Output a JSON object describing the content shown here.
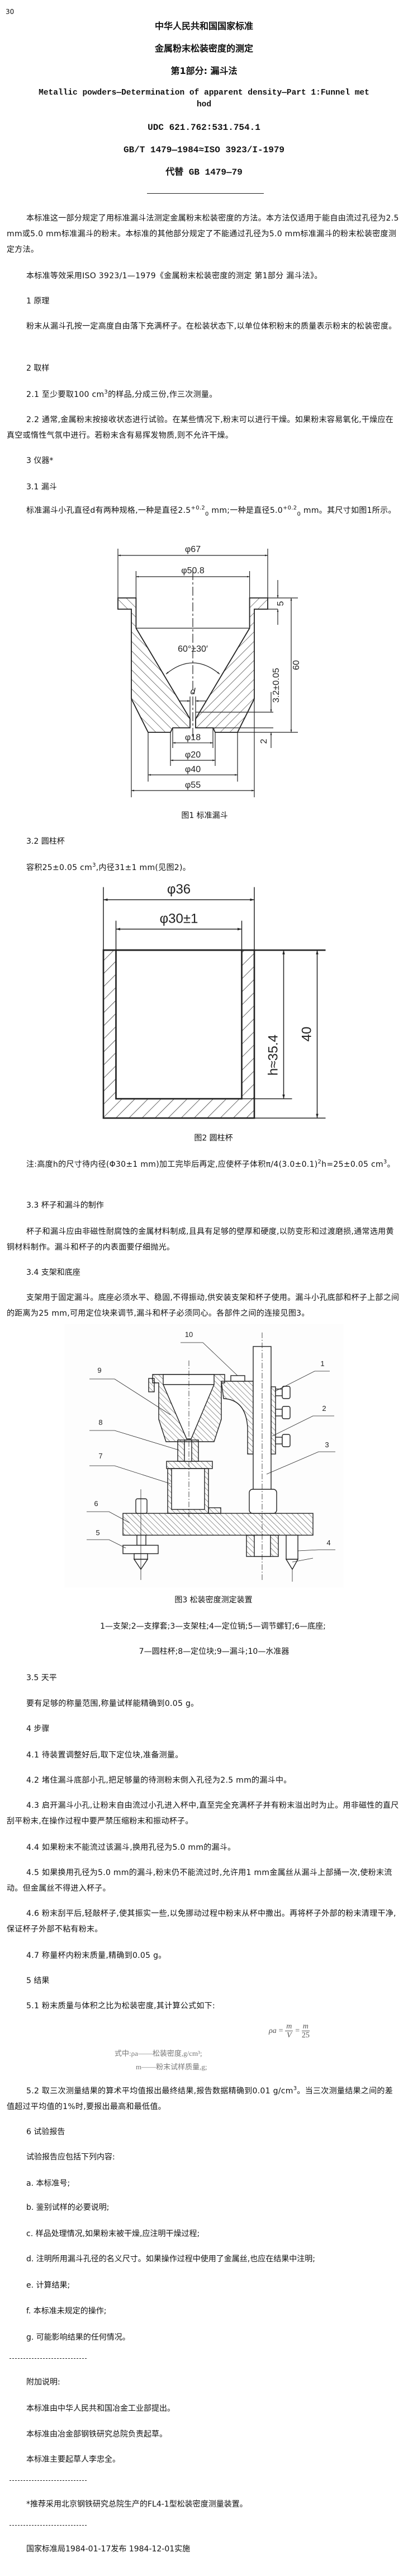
{
  "page_number": "30",
  "header": {
    "title": "中华人民共和国国家标准",
    "subtitle": "金属粉末松装密度的测定",
    "part": "第1部分: 漏斗法",
    "english_line1": "Metallic powders—Determination of apparent density—Part 1:Funnel met",
    "english_line2": "hod",
    "udc": "UDC 621.762∶531.754.1",
    "gb": "GB/T 1479—1984≈ISO 3923/I-1979",
    "replaces": "代替 GB 1479—79"
  },
  "intro": {
    "p1": "本标准这一部分规定了用标准漏斗法测定金属粉末松装密度的方法。本方法仅适用于能自由流过孔径为2.5 mm或5.0 mm标准漏斗的粉末。本标准的其他部分规定了不能通过孔径为5.0 mm标准漏斗的粉末松装密度测定方法。",
    "p2": "本标准等效采用ISO 3923/1—1979《金属粉末松装密度的测定 第1部分 漏斗法》。"
  },
  "s1": {
    "heading": "1 原理",
    "text": "粉末从漏斗孔按一定高度自由落下充满杯子。在松装状态下,以单位体积粉末的质量表示粉末的松装密度。"
  },
  "s2": {
    "heading": "2 取样",
    "p2_1_a": "2.1 至少要取100 cm",
    "p2_1_sup": "3",
    "p2_1_b": "的样品,分成三份,作三次测量。",
    "p2_2": "2.2 通常,金属粉末按接收状态进行试验。在某些情况下,粉末可以进行干燥。如果粉末容易氧化,干燥应在真空或惰性气氛中进行。若粉末含有易挥发物质,则不允许干燥。"
  },
  "s3": {
    "heading": "3 仪器*",
    "s3_1_heading": "3.1 漏斗",
    "s3_1_a": "标准漏斗小孔直径d有两种规格,一种是直径2.5",
    "s3_1_sup1": "+0.2",
    "s3_1_sub1": "0",
    "s3_1_b": " mm;一种是直径5.0",
    "s3_1_sup2": "+0.2",
    "s3_1_sub2": "0",
    "s3_1_c": " mm。其尺寸如图1所示。",
    "fig1": {
      "caption": "图1 标准漏斗",
      "labels": {
        "d67": "φ67",
        "d50": "φ50.8",
        "angle": "60°±30′",
        "d": "d",
        "five": "5",
        "sixty": "60",
        "orifice": "3.2±0.05",
        "two": "2",
        "d18": "φ18",
        "d20": "φ20",
        "d40": "φ40",
        "d55": "φ55"
      }
    },
    "s3_2_heading": "3.2 圆柱杯",
    "s3_2_a": "容积25±0.05 cm",
    "s3_2_sup": "3",
    "s3_2_b": ",内径31±1 mm(见图2)。",
    "fig2": {
      "caption": "图2 圆柱杯",
      "labels": {
        "d36": "φ36",
        "d30": "φ30±1",
        "h": "h≈35.4",
        "forty": "40"
      }
    },
    "note_a": "注:高度h的尺寸待内径(Φ30±1 mm)加工完毕后再定,应使杯子体积π/4(3.0±0.1)",
    "note_sup1": "2",
    "note_b": "h=25±0.05 cm",
    "note_sup2": "3",
    "note_c": "。",
    "s3_3_heading": "3.3 杯子和漏斗的制作",
    "s3_3_text": "杯子和漏斗应由非磁性耐腐蚀的金属材料制成,且具有足够的壁厚和硬度,以防变形和过渡磨损,通常选用黄铜材料制作。漏斗和杯子的内表面要仔细抛光。",
    "s3_4_heading": "3.4 支架和底座",
    "s3_4_text": "支架用于固定漏斗。底座必须水平、稳固,不得振动,供安装支架和杯子使用。漏斗小孔底部和杯子上部之间的距离为25 mm,可用定位块来调节,漏斗和杯子必须同心。各部件之间的连接见图3。",
    "fig3": {
      "caption": "图3 松装密度测定装置",
      "legend1": "1—支架;2—支撑套;3—支架柱;4—定位销;5—调节螺钉;6—底座;",
      "legend2": "7—圆柱杯;8—定位块;9—漏斗;10—水准器",
      "callouts": [
        "1",
        "2",
        "3",
        "4",
        "5",
        "6",
        "7",
        "8",
        "9",
        "10"
      ]
    },
    "s3_5_heading": "3.5 天平",
    "s3_5_text": "要有足够的称量范围,称量试样能精确到0.05 g。"
  },
  "s4": {
    "heading": "4 步骤",
    "items": [
      "4.1 待装置调整好后,取下定位块,准备测量。",
      "4.2 堵住漏斗底部小孔,把足够量的待测粉末倒入孔径为2.5 mm的漏斗中。",
      "4.3 启开漏斗小孔,让粉末自由流过小孔进入杯中,直至完全充满杯子并有粉末溢出时为止。用非磁性的直尺刮平粉末,在操作过程中要严禁压缩粉末和振动杯子。",
      "4.4 如果粉末不能流过该漏斗,换用孔径为5.0 mm的漏斗。",
      "4.5 如果换用孔径为5.0 mm的漏斗,粉末仍不能流过时,允许用1 mm金属丝从漏斗上部捅一次,使粉末流动。但金属丝不得进入杯子。",
      "4.6 粉末刮平后,轻敲杯子,使其振实一些,以免挪动过程中粉末从杯中撒出。再将杯子外部的粉末清理干净,保证杯子外部不粘有粉末。",
      "4.7 称量杯内粉末质量,精确到0.05 g。"
    ]
  },
  "s5": {
    "heading": "5 结果",
    "p5_1": "5.1 粉末质量与体积之比为松装密度,其计算公式如下:",
    "formula": {
      "lhs": "ρa",
      "eq1": "=",
      "num1": "m",
      "den1": "V",
      "eq2": "=",
      "num2": "m",
      "den2": "25"
    },
    "where1": "式中:ρa——松装密度,g/cm³;",
    "where2": "m——粉末试样质量,g;",
    "p5_2_a": "5.2 取三次测量结果的算术平均值报出最终结果,报告数据精确到0.01 g/cm",
    "p5_2_sup": "3",
    "p5_2_b": "。当三次测量结果之间的差值超过平均值的1%时,要报出最高和最低值。"
  },
  "s6": {
    "heading": "6 试验报告",
    "lead": "试验报告应包括下列内容:",
    "items": [
      "a. 本标准号;",
      "b. 鉴别试样的必要说明;",
      "c. 样品处理情况,如果粉末被干燥,应注明干燥过程;",
      "d. 注明所用漏斗孔径的名义尺寸。如果操作过程中使用了金属丝,也应在结果中注明;",
      "e. 计算结果;",
      "f. 本标准未规定的操作;",
      "g. 可能影响结果的任何情况。"
    ]
  },
  "appendix": {
    "heading": "附加说明:",
    "lines": [
      "本标准由中华人民共和国冶金工业部提出。",
      "本标准由冶金部钢铁研究总院负责起草。",
      "本标准主要起草人李忠全。"
    ],
    "footnote": "*推荐采用北京钢铁研究总院生产的FL4-1型松装密度测量装置。",
    "issue": "国家标准局1984-01-17发布 1984-12-01实施"
  }
}
